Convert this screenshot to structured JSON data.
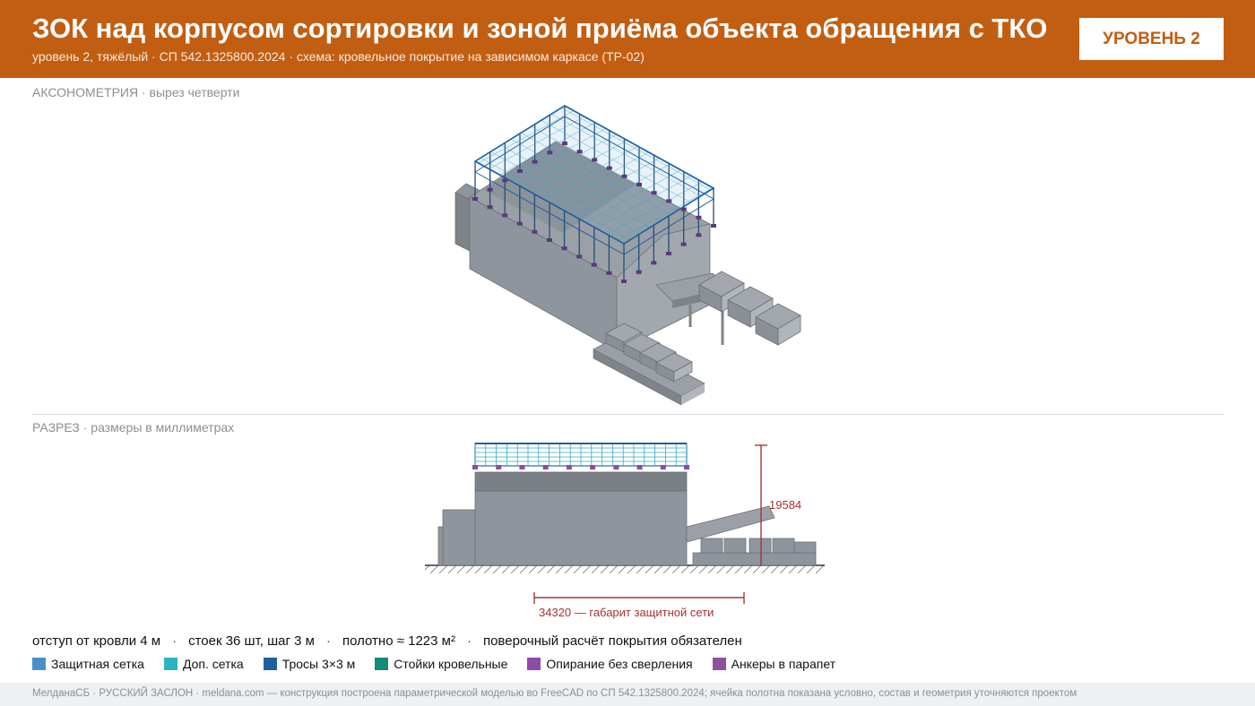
{
  "header": {
    "title": "ЗОК над корпусом сортировки и зоной приёма объекта обращения с ТКО",
    "subtitle": "уровень 2, тяжёлый · СП 542.1325800.2024 · схема: кровельное покрытие на зависимом каркасе (ТР-02)",
    "level_badge": "УРОВЕНЬ 2"
  },
  "axonometry": {
    "label": "АКСОНОМЕТРИЯ · вырез четверти"
  },
  "section": {
    "label": "РАЗРЕЗ · размеры в миллиметрах",
    "height_dimension": "19584",
    "width_dimension": "34320 — габарит защитной сети"
  },
  "stats": [
    "отступ от кровли 4 м",
    "стоек 36 шт, шаг 3 м",
    "полотно ≈ 1223 м²",
    "поверочный расчёт покрытия обязателен"
  ],
  "stats_separator": "·",
  "legend": [
    {
      "label": "Защитная сетка",
      "color": "#4a90c8"
    },
    {
      "label": "Доп. сетка",
      "color": "#2bb3c0"
    },
    {
      "label": "Тросы 3×3 м",
      "color": "#1f5fa0"
    },
    {
      "label": "Стойки кровельные",
      "color": "#168a78"
    },
    {
      "label": "Опирание без сверления",
      "color": "#8e4aa8"
    },
    {
      "label": "Анкеры в парапет",
      "color": "#9050a0"
    }
  ],
  "colors": {
    "accent": "#c25e12",
    "building": "#8f959c",
    "dimension": "#a83232",
    "muted_text": "#8a8f96"
  },
  "footer": {
    "text": "МелданаСБ · РУССКИЙ ЗАСЛОН · meldana.com — конструкция построена параметрической моделью во FreeCAD по СП 542.1325800.2024; ячейка полотна показана условно, состав и геометрия уточняются проектом"
  }
}
